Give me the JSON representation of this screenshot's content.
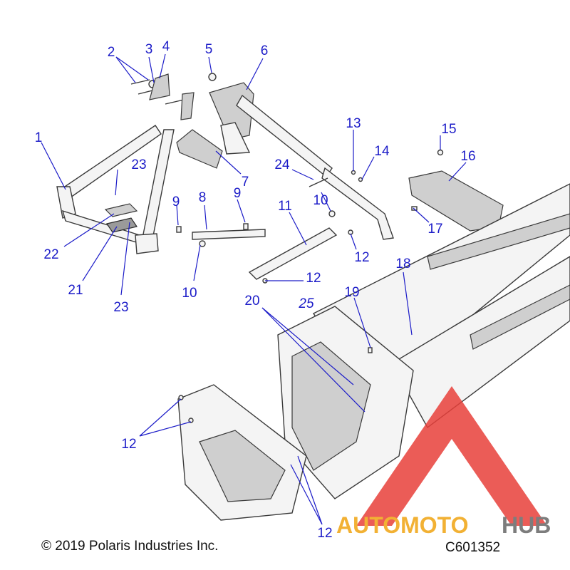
{
  "diagram": {
    "callouts": [
      {
        "id": "c1",
        "label": "1"
      },
      {
        "id": "c2",
        "label": "2"
      },
      {
        "id": "c3",
        "label": "3"
      },
      {
        "id": "c4",
        "label": "4"
      },
      {
        "id": "c5",
        "label": "5"
      },
      {
        "id": "c6",
        "label": "6"
      },
      {
        "id": "c7",
        "label": "7"
      },
      {
        "id": "c8",
        "label": "8"
      },
      {
        "id": "c9a",
        "label": "9"
      },
      {
        "id": "c9b",
        "label": "9"
      },
      {
        "id": "c10a",
        "label": "10"
      },
      {
        "id": "c10b",
        "label": "10"
      },
      {
        "id": "c11",
        "label": "11"
      },
      {
        "id": "c12a",
        "label": "12"
      },
      {
        "id": "c12b",
        "label": "12"
      },
      {
        "id": "c12c",
        "label": "12"
      },
      {
        "id": "c12d",
        "label": "12"
      },
      {
        "id": "c13",
        "label": "13"
      },
      {
        "id": "c14",
        "label": "14"
      },
      {
        "id": "c15",
        "label": "15"
      },
      {
        "id": "c16",
        "label": "16"
      },
      {
        "id": "c17",
        "label": "17"
      },
      {
        "id": "c18",
        "label": "18"
      },
      {
        "id": "c19",
        "label": "19"
      },
      {
        "id": "c20",
        "label": "20"
      },
      {
        "id": "c21",
        "label": "21"
      },
      {
        "id": "c22",
        "label": "22"
      },
      {
        "id": "c23a",
        "label": "23"
      },
      {
        "id": "c23b",
        "label": "23"
      },
      {
        "id": "c24",
        "label": "24"
      },
      {
        "id": "c25",
        "label": "25"
      }
    ],
    "copyright": "© 2019 Polaris Industries Inc.",
    "diagram_code": "C601352"
  },
  "watermark": {
    "brand_part1": "AUTOMOTO",
    "brand_part2": "HUB",
    "color_primary": "#e8403a",
    "color_accent": "#f2b134",
    "color_gray": "#7d7d7d"
  },
  "colors": {
    "callout": "#1c1cc8",
    "line": "#3a3a3a"
  }
}
